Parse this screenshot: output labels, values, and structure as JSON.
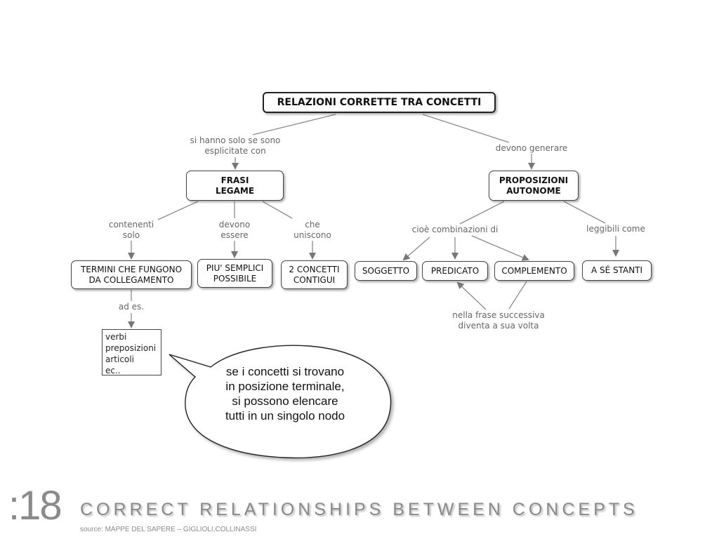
{
  "diagram": {
    "root": "RELAZIONI CORRETTE TRA CONCETTI",
    "nodes": {
      "frasi_legame": "FRASI\nLEGAME",
      "proposizioni_autonome": "PROPOSIZIONI\nAUTONOME",
      "termini": "TERMINI CHE FUNGONO\nDA COLLEGAMENTO",
      "piu_semplici": "PIU' SEMPLICI\nPOSSIBILE",
      "due_concetti": "2 CONCETTI\nCONTIGUI",
      "soggetto": "SOGGETTO",
      "predicato": "PREDICATO",
      "complemento": "COMPLEMENTO",
      "a_se_stanti": "A SÉ STANTI"
    },
    "links": {
      "si_hanno": "si hanno solo se sono\nesplicitate con",
      "devono_generare": "devono generare",
      "contenenti_solo": "contenenti\nsolo",
      "devono_essere": "devono\nessere",
      "che_uniscono": "che\nuniscono",
      "cioe_combinazioni": "cioè combinazioni di",
      "leggibili_come": "leggibili come",
      "ad_es": "ad es.",
      "nella_frase": "nella frase successiva\ndiventa a sua volta"
    },
    "examples_box": "verbi\npreposizioni\narticoli\nec.."
  },
  "callout": "se i concetti si trovano\nin posizione terminale,\nsi possono elencare\ntutti in un singolo nodo",
  "footer": {
    "slide_number": ":18",
    "title": "CORRECT RELATIONSHIPS BETWEEN CONCEPTS",
    "source": "source: MAPPE DEL SAPERE – GIGLIOLI,COLLINASSI"
  },
  "colors": {
    "connector": "#888888",
    "label": "#666666",
    "footer": "#8a8a8a"
  }
}
